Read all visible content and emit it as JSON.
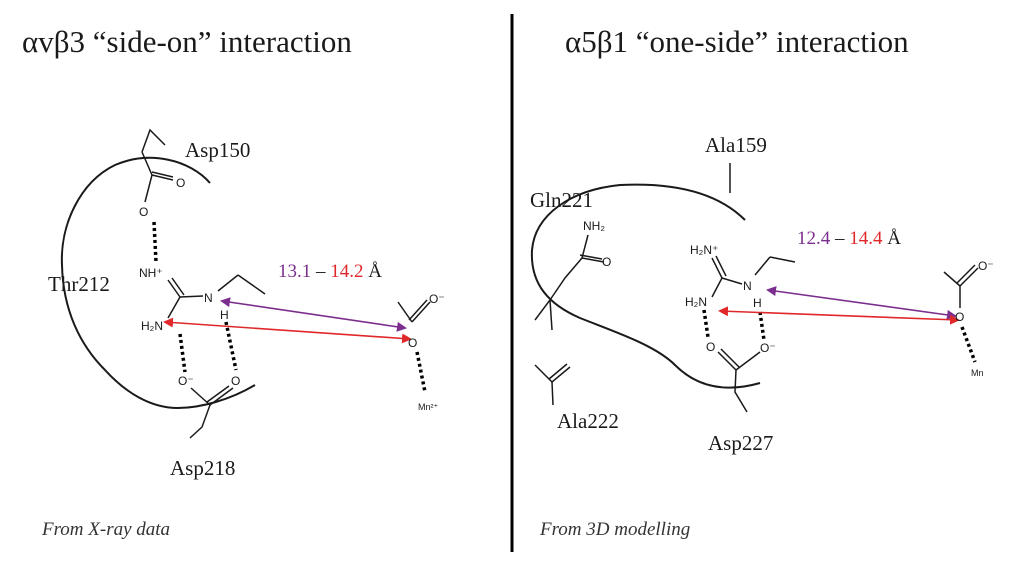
{
  "left_panel": {
    "title": "αvβ3  “side-on” interaction",
    "residues": {
      "asp150": "Asp150",
      "thr212": "Thr212",
      "asp218": "Asp218"
    },
    "atoms": {
      "nh_plus": "NH⁺",
      "h2n": "H₂N",
      "nh_n": "N",
      "nh_h": "H",
      "o": "O",
      "o_minus": "O⁻",
      "mn": "Mn²⁺"
    },
    "distance": {
      "low": "13.1",
      "dash": " – ",
      "high": "14.2",
      "unit": " Å"
    },
    "footnote": "From X-ray data"
  },
  "right_panel": {
    "title": "α5β1  “one-side” interaction",
    "residues": {
      "ala159": "Ala159",
      "gln221": "Gln221",
      "ala222": "Ala222",
      "asp227": "Asp227"
    },
    "atoms": {
      "nh2": "NH₂",
      "h2n_plus": "H₂N⁺",
      "h2n": "H₂N",
      "nh_n": "N",
      "nh_h": "H",
      "o": "O",
      "o_minus": "O⁻",
      "mn": "Mn"
    },
    "distance": {
      "low": "12.4",
      "dash": " – ",
      "high": "14.4",
      "unit": " Å"
    },
    "footnote": "From 3D modelling"
  },
  "colors": {
    "purple": "#7b2e8e",
    "red": "#e0282a",
    "ink": "#1a1a1a"
  }
}
